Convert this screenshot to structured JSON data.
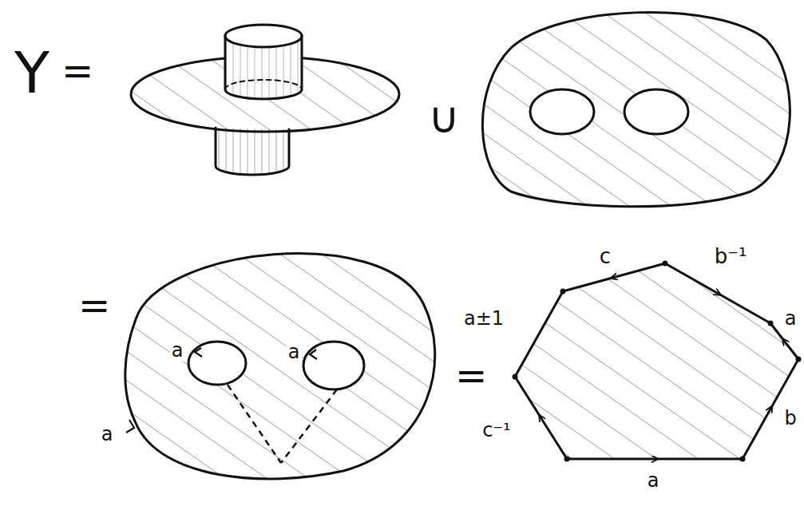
{
  "diagram": {
    "labels": [
      "Y",
      "=",
      "∪",
      "=",
      "a",
      "a",
      "a",
      "=",
      "c",
      "b⁻¹",
      "a±1",
      "a",
      "c⁻¹",
      "b",
      "a"
    ]
  }
}
